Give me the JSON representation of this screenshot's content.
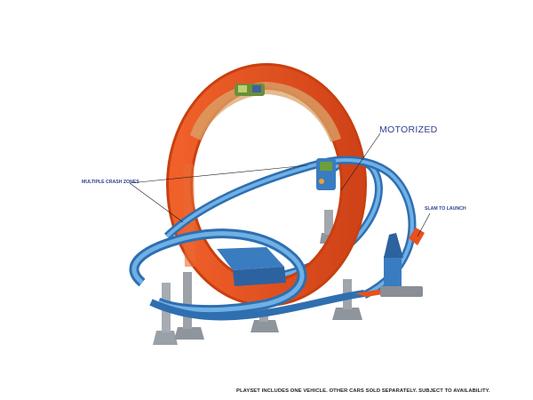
{
  "callouts": {
    "motorized": "MOTORIZED",
    "crash_zones": "MULTIPLE CRASH ZONES",
    "slam_to_launch": "SLAM TO LAUNCH"
  },
  "footer": {
    "disclaimer": "PLAYSET INCLUDES ONE VEHICLE. OTHER CARS SOLD SEPARATELY. SUBJECT TO AVAILABILITY."
  },
  "colors": {
    "loop_orange": "#e8501e",
    "loop_inner": "#d9a56b",
    "track_blue": "#3f86c8",
    "support_gray": "#8a8e95",
    "callout_text": "#2f3f8f"
  }
}
